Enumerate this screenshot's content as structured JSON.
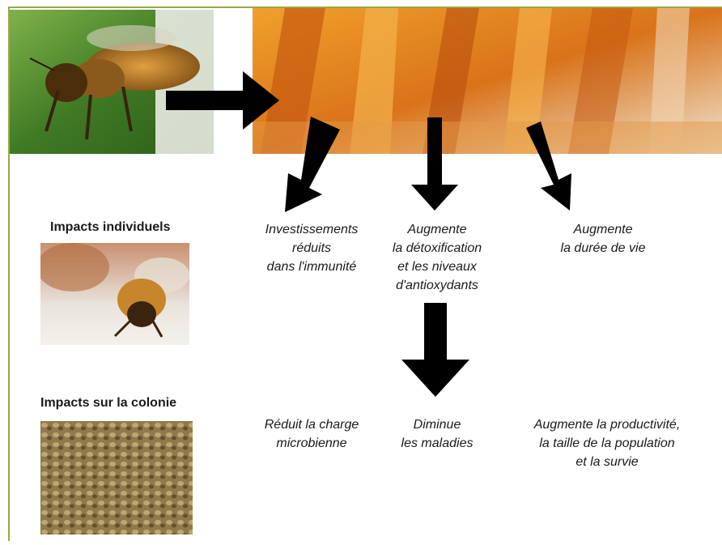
{
  "colors": {
    "frame": "#9aa84a",
    "arrow": "#000000",
    "honey": "#e8951c",
    "leaf": "#4f8a2e"
  },
  "headings": {
    "individual": "Impacts individuels",
    "colony": "Impacts sur la colonie"
  },
  "individual_effects": {
    "immunity": "Investissements\nréduits\ndans l'immunité",
    "detox": "Augmente\nla détoxification\net les niveaux\nd'antioxydants",
    "lifespan": "Augmente\nla durée de vie"
  },
  "colony_effects": {
    "microbial": "Réduit la charge\nmicrobienne",
    "disease": "Diminue\nles maladies",
    "productivity": "Augmente la productivité,\nla taille de la population\net la survie"
  },
  "images": {
    "bee_on_leaf": "honeybee-photo",
    "propolis_hive": "propolis-hive-frame-photo",
    "bee_face": "honeybee-closeup-photo",
    "colony": "bee-colony-photo"
  }
}
